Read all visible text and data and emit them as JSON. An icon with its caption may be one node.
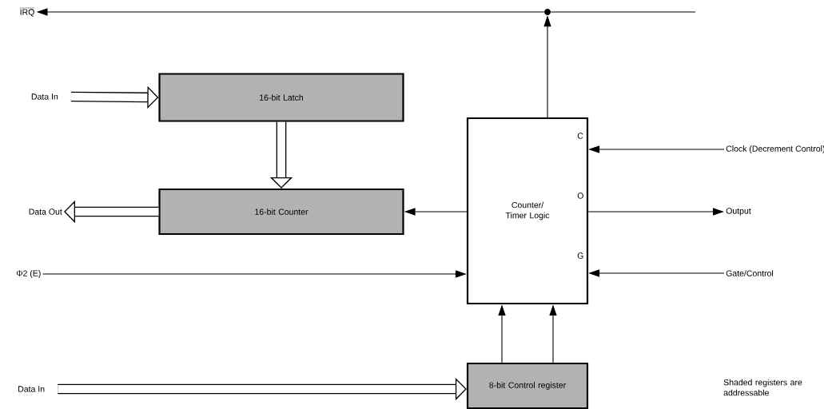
{
  "diagram": {
    "nodes": [
      {
        "text": [
          "16-bit Latch"
        ]
      },
      {
        "text": [
          "16-bit Counter"
        ]
      },
      {
        "text": [
          "Counter/ Timer Logic"
        ]
      },
      {
        "text": [
          "8-bit Control register"
        ]
      },
      {
        "text": [
          "Data In"
        ]
      },
      {
        "text": [
          "Data Out"
        ]
      },
      {
        "text": [
          "IRQ"
        ]
      },
      {
        "text": [
          "Φ2 (E)"
        ]
      },
      {
        "text": [
          "Data In"
        ]
      },
      {
        "text": [
          "Clock (Decrement Control)"
        ]
      },
      {
        "text": [
          "Output"
        ]
      },
      {
        "text": [
          "Gate/Control"
        ]
      },
      {
        "text": [],
        "shape": "circle"
      }
    ],
    "edges": [
      {
        "from": 4,
        "to": 0,
        "arrow": "to",
        "style": "thick"
      },
      {
        "from": 0,
        "to": 1,
        "arrow": "to",
        "style": "thick"
      },
      {
        "from": 1,
        "to": 5,
        "arrow": "to",
        "style": "thick"
      },
      {
        "from": 2,
        "to": 1,
        "arrow": "to"
      },
      {
        "from": 7,
        "to": 2,
        "arrow": "to"
      },
      {
        "from": 8,
        "to": 3,
        "arrow": "to",
        "style": "thick"
      },
      {
        "from": 3,
        "to": 2,
        "arrow": "to"
      },
      {
        "from": 3,
        "to": 2,
        "arrow": "to"
      },
      {
        "from": 2,
        "to": 12,
        "arrow": "to"
      },
      {
        "from": 12,
        "to": 6,
        "arrow": "to"
      },
      {
        "from": null,
        "to": 12,
        "arrow": "none"
      },
      {
        "from": 9,
        "to": 2,
        "arrow": "to"
      },
      {
        "from": 2,
        "to": 10,
        "arrow": "to"
      },
      {
        "from": 11,
        "to": 2,
        "arrow": "to"
      }
    ],
    "labels": [
      "C",
      "O",
      "G",
      "Shaded registers are addressable"
    ]
  }
}
